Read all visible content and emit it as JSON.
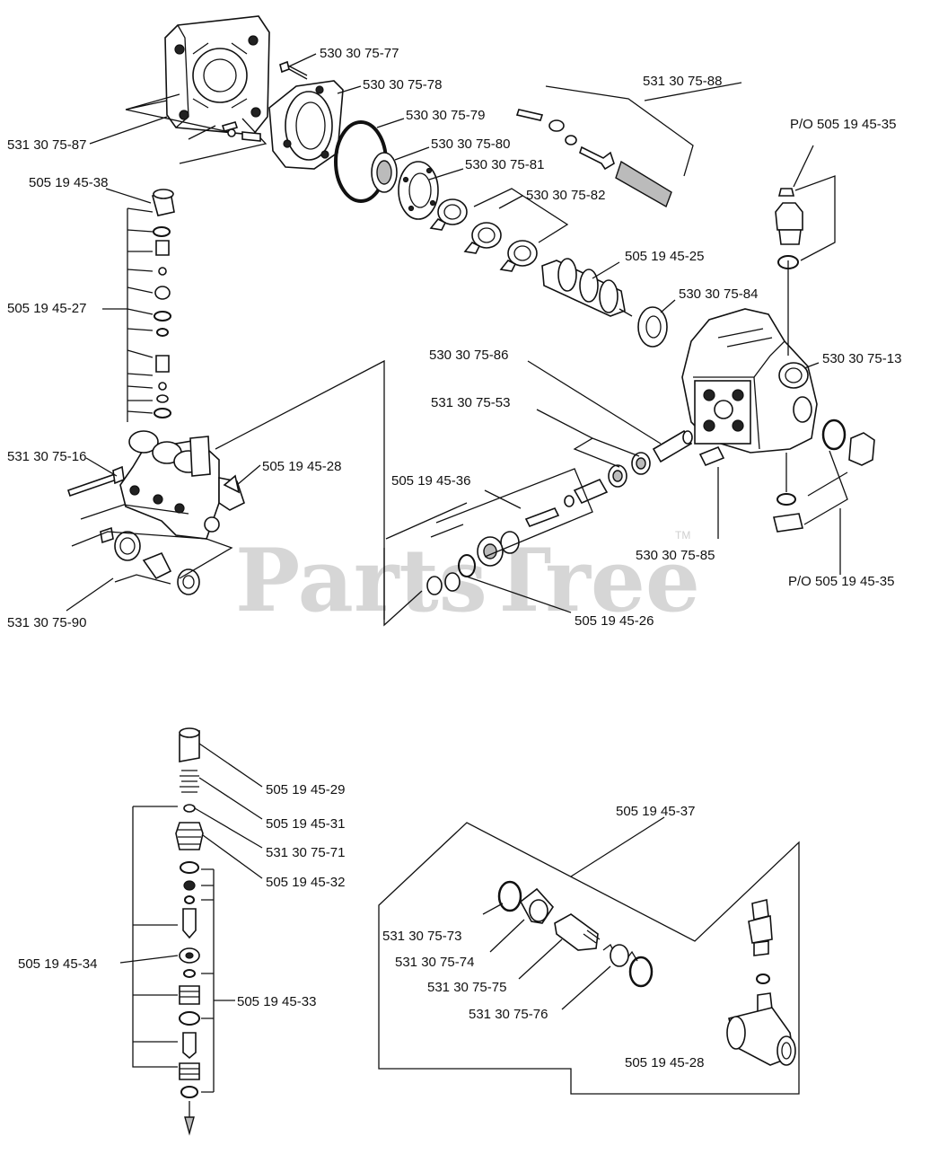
{
  "watermark": {
    "text": "PartsTree",
    "tm": "TM"
  },
  "parts": [
    {
      "label": "530 30 75-77"
    },
    {
      "label": "530 30 75-78"
    },
    {
      "label": "531 30 75-88"
    },
    {
      "label": "530 30 75-79"
    },
    {
      "label": "530 30 75-80"
    },
    {
      "label": "530 30 75-81"
    },
    {
      "label": "530 30 75-82"
    },
    {
      "label": "531 30 75-87"
    },
    {
      "label": "505 19 45-38"
    },
    {
      "label": "P/O 505 19 45-35"
    },
    {
      "label": "505 19 45-25"
    },
    {
      "label": "530 30 75-84"
    },
    {
      "label": "505 19 45-27"
    },
    {
      "label": "530 30 75-86"
    },
    {
      "label": "530 30 75-13"
    },
    {
      "label": "531 30 75-53"
    },
    {
      "label": "531 30 75-16"
    },
    {
      "label": "505 19 45-28"
    },
    {
      "label": "505 19 45-36"
    },
    {
      "label": "530 30 75-85"
    },
    {
      "label": "P/O 505 19 45-35"
    },
    {
      "label": "531 30 75-90"
    },
    {
      "label": "505 19 45-26"
    },
    {
      "label": "505 19 45-29"
    },
    {
      "label": "505 19 45-31"
    },
    {
      "label": "531 30 75-71"
    },
    {
      "label": "505 19 45-32"
    },
    {
      "label": "505 19 45-37"
    },
    {
      "label": "531 30 75-73"
    },
    {
      "label": "505 19 45-34"
    },
    {
      "label": "531 30 75-74"
    },
    {
      "label": "531 30 75-75"
    },
    {
      "label": "505 19 45-33"
    },
    {
      "label": "531 30 75-76"
    },
    {
      "label": "505 19 45-28"
    }
  ]
}
